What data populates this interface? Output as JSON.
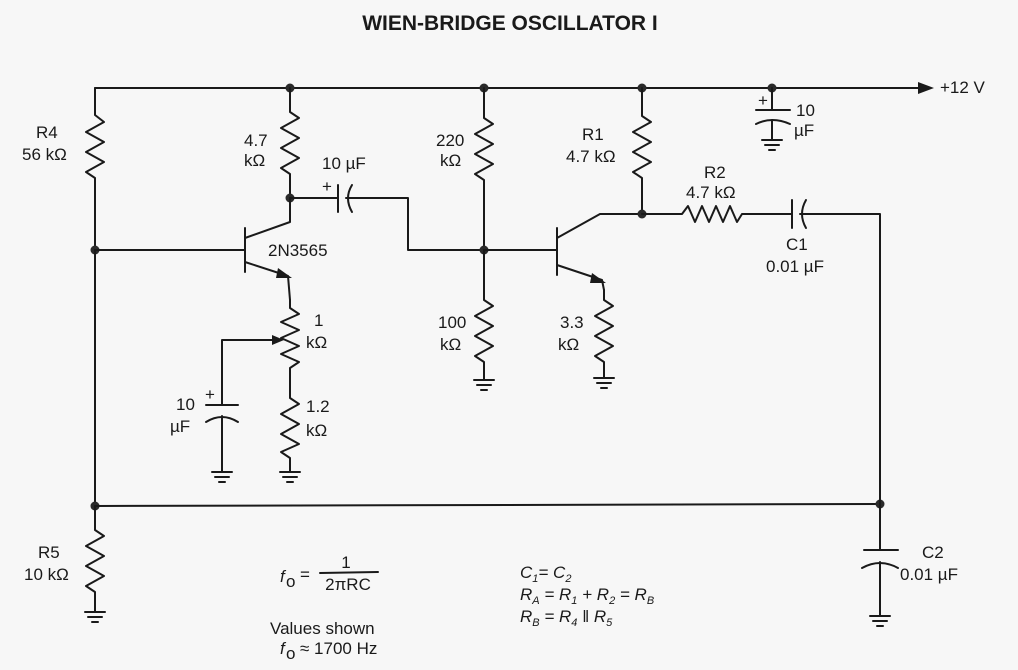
{
  "title": "WIEN-BRIDGE OSCILLATOR I",
  "supply": {
    "label": "+12 V"
  },
  "components": {
    "R4": {
      "name": "R4",
      "value": "56 kΩ"
    },
    "R5": {
      "name": "R5",
      "value": "10 kΩ"
    },
    "Rc1": {
      "value_line1": "4.7",
      "value_line2": "kΩ"
    },
    "Q1": {
      "part": "2N3565"
    },
    "Ccoup": {
      "value": "10 µF",
      "polarity": "+"
    },
    "Rb_top": {
      "value_line1": "220",
      "value_line2": "kΩ"
    },
    "Rb_bot": {
      "value_line1": "100",
      "value_line2": "kΩ"
    },
    "R1": {
      "name": "R1",
      "value": "4.7 kΩ"
    },
    "R2": {
      "name": "R2",
      "value": "4.7 kΩ"
    },
    "C1": {
      "name": "C1",
      "value": "0.01 µF"
    },
    "C2": {
      "name": "C2",
      "value": "0.01 µF"
    },
    "Cbypass": {
      "value_line1": "10",
      "value_line2": "µF",
      "polarity": "+"
    },
    "Re2": {
      "value_line1": "3.3",
      "value_line2": "kΩ"
    },
    "Pot": {
      "value_line1": "1",
      "value_line2": "kΩ"
    },
    "Re1": {
      "value_line1": "1.2",
      "value_line2": "kΩ"
    },
    "Cemit": {
      "value_line1": "10",
      "value_line2": "µF",
      "polarity": "+"
    }
  },
  "notes": {
    "formula_lhs": "f",
    "formula_sub": "o",
    "formula_eq": "=",
    "formula_num": "1",
    "formula_den": "2πRC",
    "values_shown": "Values shown",
    "freq_lhs": "f",
    "freq_sub": "o",
    "freq_value": "≈ 1700 Hz",
    "eq1": "C₁ = C₂",
    "eq2": "Rₐ = R₁ + R₂ = R_B",
    "eq2_parts": [
      "R",
      "A",
      " = R",
      "1",
      " + R",
      "2",
      " = R",
      "B"
    ],
    "eq3_parts": [
      "R",
      "B",
      " = R",
      "4",
      " ‖ R",
      "5"
    ],
    "eq1_parts": [
      "C",
      "1",
      "= C",
      "2"
    ]
  }
}
